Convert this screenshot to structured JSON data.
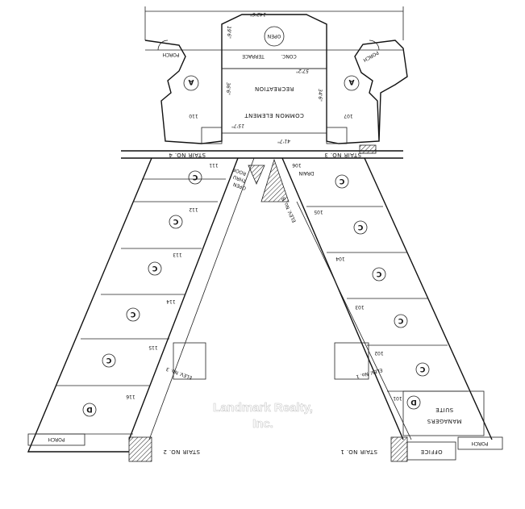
{
  "plan": {
    "top_block": {
      "open": "OPEN",
      "conc": "CONC.",
      "terrace": "TERRACE",
      "recreation": "RECREATION",
      "common_element": "COMMON ELEMENT",
      "porch_left": "PORCH",
      "porch_right": "PORCH",
      "unit_left": "110",
      "unit_right": "107",
      "badge_left": "A",
      "badge_right": "A"
    },
    "dimensions": [
      "142'6\"",
      "57'2\"",
      "36'6\"",
      "34'6\"",
      "19'6\"",
      "15'7\"",
      "41'7\""
    ],
    "stairs": {
      "stair4": "STAIR NO. 4",
      "stair3": "STAIR NO. 3",
      "stair2": "STAIR NO. 2",
      "stair1": "STAIR NO. 1"
    },
    "center": {
      "open": "OPEN",
      "thru": "THRU",
      "roof": "ROOF",
      "drain": "DRAIN",
      "elev_b": "ELEV. No. B",
      "elev_3": "ELEV. No. 3",
      "elev_1": "ELEV. No. 1"
    },
    "left_units": [
      {
        "num": "111",
        "badge": "C"
      },
      {
        "num": "112",
        "badge": "C"
      },
      {
        "num": "113",
        "badge": "C"
      },
      {
        "num": "114",
        "badge": "C"
      },
      {
        "num": "115",
        "badge": "C"
      },
      {
        "num": "116",
        "badge": "D"
      }
    ],
    "right_units": [
      {
        "num": "106",
        "badge": "C"
      },
      {
        "num": "105",
        "badge": "C"
      },
      {
        "num": "104",
        "badge": "C"
      },
      {
        "num": "103",
        "badge": "C"
      },
      {
        "num": "102",
        "badge": "C"
      },
      {
        "num": "101",
        "badge": "D"
      }
    ],
    "bottom": {
      "porch_left": "PORCH",
      "porch_right": "PORCH",
      "managers": "MANAGERS",
      "suite": "SUITE",
      "office": "OFFICE"
    },
    "watermark": {
      "line1": "Landmark Realty,",
      "line2": "Inc."
    }
  }
}
